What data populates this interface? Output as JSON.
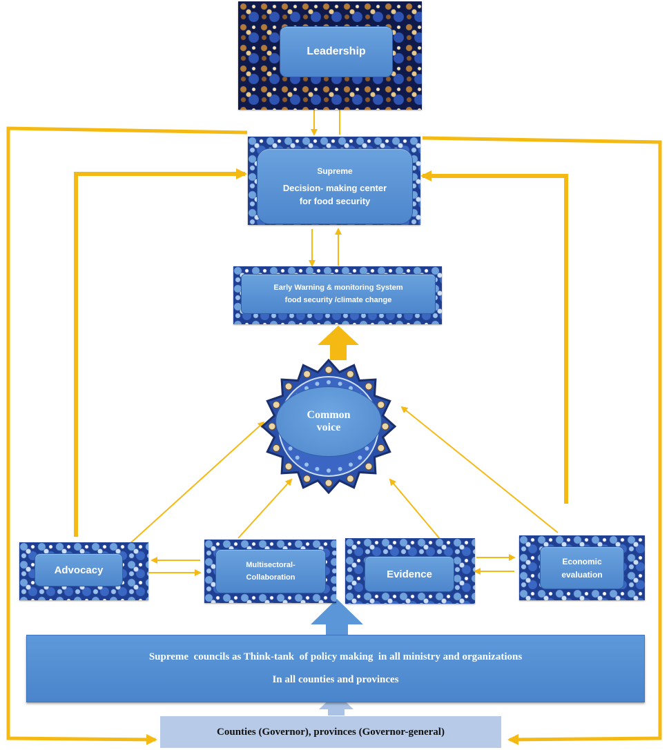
{
  "diagram": {
    "leadership": "Leadership",
    "supreme": {
      "line1": "Supreme",
      "line2": "Decision- making center",
      "line3": "for food security"
    },
    "early_warning": {
      "line1": "Early Warning & monitoring System",
      "line2": "food security /climate change"
    },
    "common_voice": {
      "line1": "Common",
      "line2": "voice"
    },
    "advocacy": "Advocacy",
    "multisectoral": {
      "line1": "Multisectoral-",
      "line2": "Collaboration"
    },
    "evidence": "Evidence",
    "economic": {
      "line1": "Economic",
      "line2": "evaluation"
    },
    "think_tank": {
      "line1": "Supreme  councils as Think-tank  of policy making  in all ministry and organizations",
      "line2": "In all counties and provinces"
    },
    "counties": "Counties (Governor), provinces (Governor-general)",
    "colors": {
      "arrow": "#f5b914",
      "box": "#5b97d8",
      "tile": "#1f3f93",
      "bottom_box": "#b7cbe8"
    }
  }
}
